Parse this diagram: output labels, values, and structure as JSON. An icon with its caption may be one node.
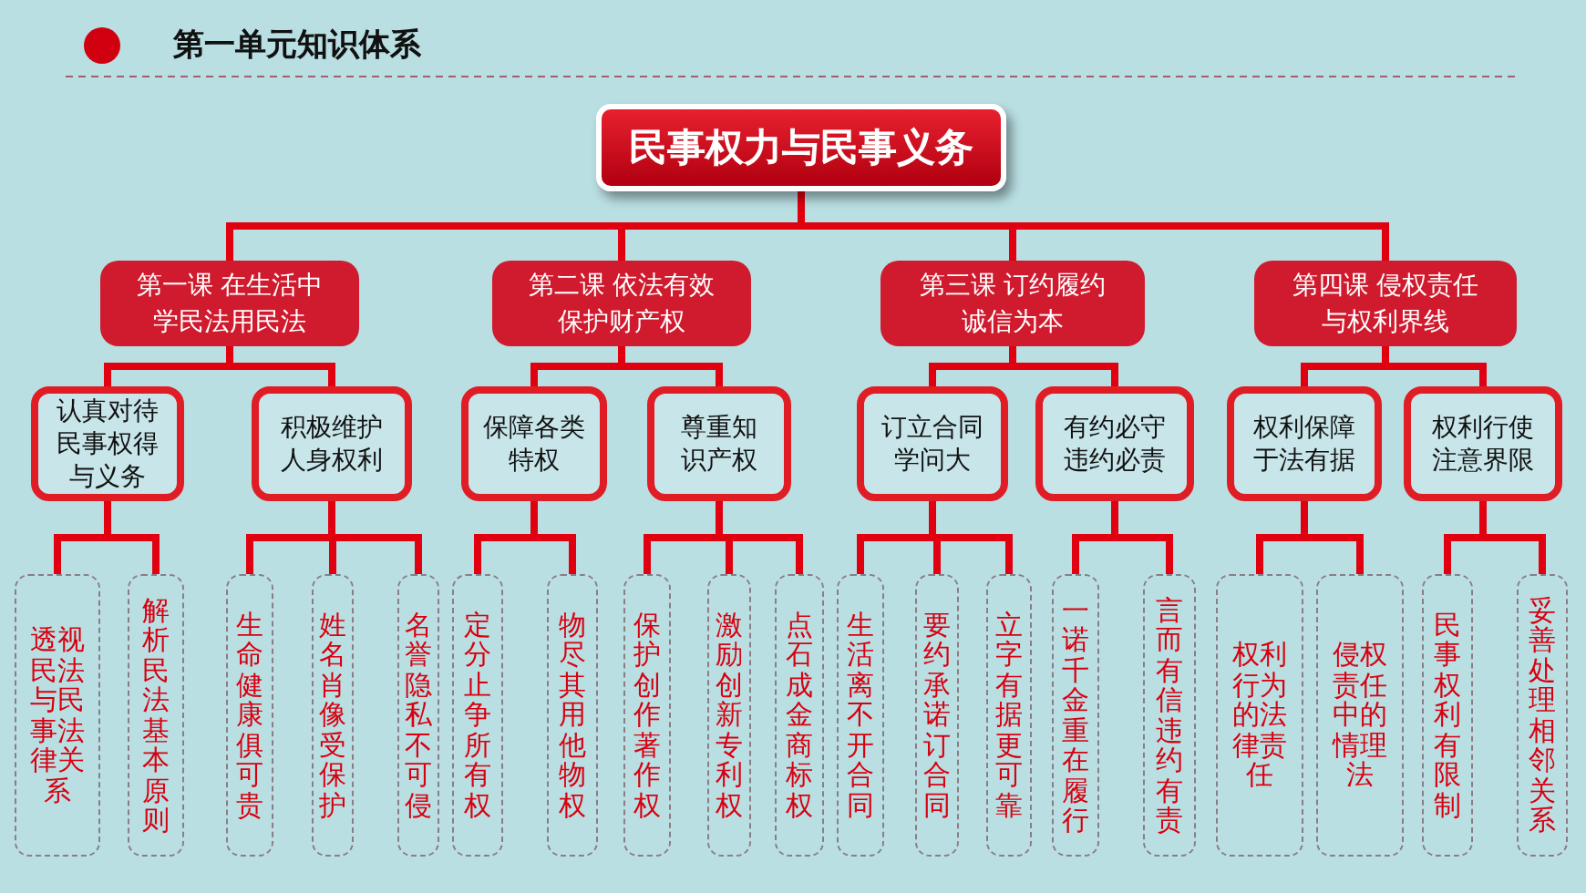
{
  "diagram": {
    "title": "第一单元知识体系",
    "nodes": [
      {
        "text": [
          "民事权力与民事义务"
        ]
      },
      {
        "text": [
          "第一课 在生活中学民法用民法"
        ]
      },
      {
        "text": [
          "第二课 依法有效保护财产权"
        ]
      },
      {
        "text": [
          "第三课 订约履约诚信为本"
        ]
      },
      {
        "text": [
          "第四课 侵权责任与权利界线"
        ]
      },
      {
        "text": [
          "认真对待民事权得与义务"
        ]
      },
      {
        "text": [
          "积极维护人身权利"
        ]
      },
      {
        "text": [
          "保障各类特权"
        ]
      },
      {
        "text": [
          "尊重知识产权"
        ]
      },
      {
        "text": [
          "订立合同学问大"
        ]
      },
      {
        "text": [
          "有约必守违约必责"
        ]
      },
      {
        "text": [
          "权利保障于法有据"
        ]
      },
      {
        "text": [
          "权利行使注意界限"
        ]
      },
      {
        "text": [
          "透视民法与民事法律关系"
        ]
      },
      {
        "text": [
          "解析民法基本原则"
        ]
      },
      {
        "text": [
          "生命健康俱可贵"
        ]
      },
      {
        "text": [
          "姓名肖像受保护"
        ]
      },
      {
        "text": [
          "名誉隐私不可侵"
        ]
      },
      {
        "text": [
          "定分止争所有权"
        ]
      },
      {
        "text": [
          "物尽其用他物权"
        ]
      },
      {
        "text": [
          "保护创作著作权"
        ]
      },
      {
        "text": [
          "激励创新专利权"
        ]
      },
      {
        "text": [
          "点石成金商标权"
        ]
      },
      {
        "text": [
          "生活离不开合同"
        ]
      },
      {
        "text": [
          "要约承诺订合同"
        ]
      },
      {
        "text": [
          "立字有据更可靠"
        ]
      },
      {
        "text": [
          "一诺千金重在履行"
        ]
      },
      {
        "text": [
          "言而有信违约有责"
        ]
      },
      {
        "text": [
          "权利行为的法律责任"
        ]
      },
      {
        "text": [
          "侵权责任中的情理法"
        ]
      },
      {
        "text": [
          "民事权利有限制"
        ]
      },
      {
        "text": [
          "妥善处理相邻关系"
        ]
      }
    ],
    "edges": [
      {
        "from": 0,
        "to": 1,
        "arrow": "none"
      },
      {
        "from": 0,
        "to": 2,
        "arrow": "none"
      },
      {
        "from": 0,
        "to": 3,
        "arrow": "none"
      },
      {
        "from": 0,
        "to": 4,
        "arrow": "none"
      },
      {
        "from": 1,
        "to": 5,
        "arrow": "none"
      },
      {
        "from": 1,
        "to": 6,
        "arrow": "none"
      },
      {
        "from": 2,
        "to": 7,
        "arrow": "none"
      },
      {
        "from": 2,
        "to": 8,
        "arrow": "none"
      },
      {
        "from": 3,
        "to": 9,
        "arrow": "none"
      },
      {
        "from": 3,
        "to": 10,
        "arrow": "none"
      },
      {
        "from": 4,
        "to": 11,
        "arrow": "none"
      },
      {
        "from": 4,
        "to": 12,
        "arrow": "none"
      },
      {
        "from": 5,
        "to": 13,
        "arrow": "none"
      },
      {
        "from": 5,
        "to": 14,
        "arrow": "none"
      },
      {
        "from": 6,
        "to": 15,
        "arrow": "none"
      },
      {
        "from": 6,
        "to": 16,
        "arrow": "none"
      },
      {
        "from": 6,
        "to": 17,
        "arrow": "none"
      },
      {
        "from": 7,
        "to": 18,
        "arrow": "none"
      },
      {
        "from": 7,
        "to": 19,
        "arrow": "none"
      },
      {
        "from": 8,
        "to": 20,
        "arrow": "none"
      },
      {
        "from": 8,
        "to": 21,
        "arrow": "none"
      },
      {
        "from": 8,
        "to": 22,
        "arrow": "none"
      },
      {
        "from": 9,
        "to": 23,
        "arrow": "none"
      },
      {
        "from": 9,
        "to": 24,
        "arrow": "none"
      },
      {
        "from": 9,
        "to": 25,
        "arrow": "none"
      },
      {
        "from": 10,
        "to": 26,
        "arrow": "none"
      },
      {
        "from": 10,
        "to": 27,
        "arrow": "none"
      },
      {
        "from": 11,
        "to": 28,
        "arrow": "none"
      },
      {
        "from": 11,
        "to": 29,
        "arrow": "none"
      },
      {
        "from": 12,
        "to": 30,
        "arrow": "none"
      },
      {
        "from": 12,
        "to": 31,
        "arrow": "none"
      }
    ]
  }
}
